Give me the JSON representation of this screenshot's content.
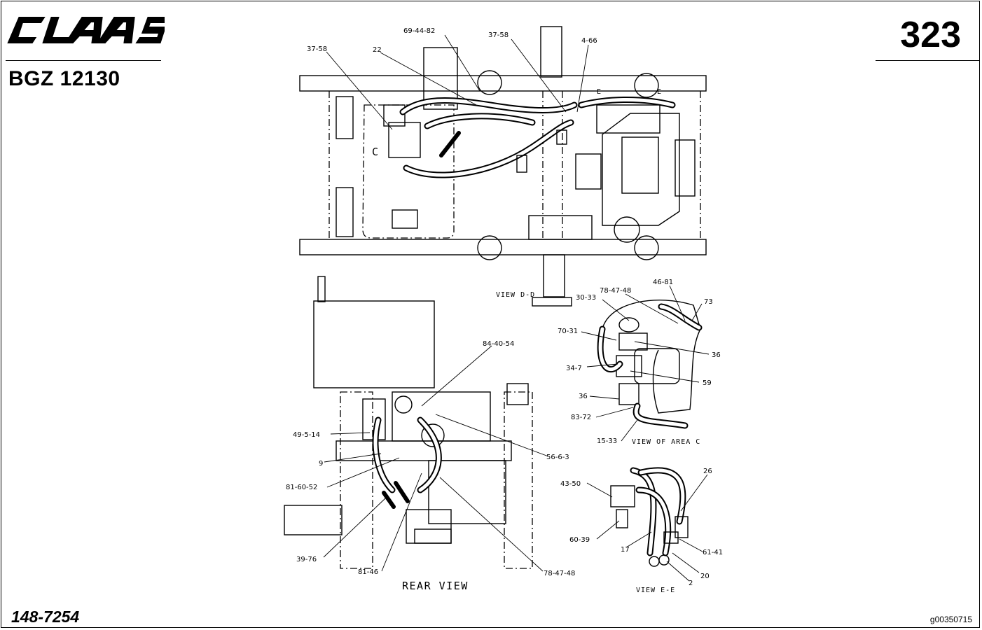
{
  "header": {
    "brand": "CLAAS",
    "model": "BGZ 12130",
    "page_number": "323"
  },
  "footer": {
    "part_number": "148-7254",
    "image_id": "g00350715"
  },
  "captions": {
    "view_d": "VIEW D-D",
    "view_area_c": "VIEW OF AREA C",
    "rear_view": "REAR VIEW",
    "view_e": "VIEW E-E",
    "area_c": "C",
    "mark_e": "E"
  },
  "callouts": {
    "c_69_44_82": "69-44-82",
    "c_37_58_a": "37-58",
    "c_22": "22",
    "c_37_58_b": "37-58",
    "c_4_66": "4-66",
    "c_78_47_48_a": "78-47-48",
    "c_46_81": "46-81",
    "c_30_33": "30-33",
    "c_73": "73",
    "c_70_31": "70-31",
    "c_36_a": "36",
    "c_34_7": "34-7",
    "c_59": "59",
    "c_36_b": "36",
    "c_83_72": "83-72",
    "c_15_33": "15-33",
    "c_84_40_54": "84-40-54",
    "c_49_5_14": "49-5-14",
    "c_9": "9",
    "c_56_6_3": "56-6-3",
    "c_81_60_52": "81-60-52",
    "c_39_76": "39-76",
    "c_81_46": "81-46",
    "c_78_47_48_b": "78-47-48",
    "c_26": "26",
    "c_43_50": "43-50",
    "c_60_39": "60-39",
    "c_17": "17",
    "c_61_41": "61-41",
    "c_20": "20",
    "c_2": "2"
  }
}
